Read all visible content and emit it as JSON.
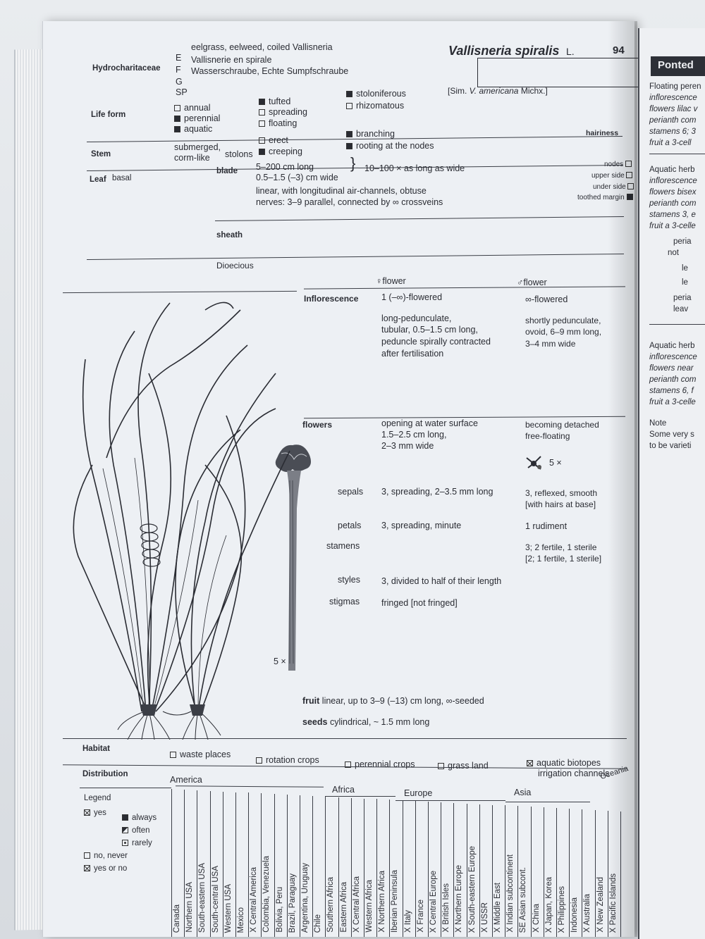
{
  "page": {
    "number": "94",
    "species": "Vallisneria spiralis",
    "author": "L.",
    "synonym_prefix": "[Sim. ",
    "synonym_species": "V. americana",
    "synonym_suffix": " Michx.]"
  },
  "family": {
    "name": "Hydrocharitaceae",
    "names": [
      {
        "lang": "E",
        "text": "eelgrass, eelweed, coiled Vallisneria"
      },
      {
        "lang": "F",
        "text": "Vallisnerie en spirale"
      },
      {
        "lang": "G",
        "text": "Wasserschraube, Echte Sumpfschraube"
      },
      {
        "lang": "SP",
        "text": ""
      }
    ]
  },
  "life_form": {
    "label": "Life form",
    "options": [
      {
        "text": "annual",
        "checked": false
      },
      {
        "text": "perennial",
        "checked": true
      },
      {
        "text": "aquatic",
        "checked": true
      },
      {
        "text": "tufted",
        "checked": true
      },
      {
        "text": "spreading",
        "checked": false
      },
      {
        "text": "floating",
        "checked": false
      },
      {
        "text": "stoloniferous",
        "checked": true
      },
      {
        "text": "rhizomatous",
        "checked": false
      }
    ]
  },
  "stem": {
    "label": "Stem",
    "desc1": "submerged,",
    "desc2": "corm-like",
    "stolons": "stolons",
    "options": [
      {
        "text": "erect",
        "checked": false
      },
      {
        "text": "creeping",
        "checked": true
      },
      {
        "text": "branching",
        "checked": true
      },
      {
        "text": "rooting at the nodes",
        "checked": true
      }
    ]
  },
  "hairiness": {
    "label": "hairiness",
    "items": [
      "nodes",
      "upper side",
      "under side",
      "toothed margin"
    ]
  },
  "leaf": {
    "label": "Leaf",
    "basal": "basal",
    "blade_label": "blade",
    "length": "5–200 cm long",
    "width": "0.5–1.5 (–3) cm wide",
    "ratio": "10–100 × as long as wide",
    "shape": "linear, with longitudinal air-channels, obtuse",
    "nerves": "nerves: 3–9 parallel, connected by ∞ crossveins",
    "sheath_label": "sheath"
  },
  "sex": "Dioecious",
  "flower_headers": {
    "female": "♀flower",
    "male": "♂flower"
  },
  "inflorescence": {
    "label": "Inflorescence",
    "female": [
      "1 (–∞)-flowered",
      "",
      "long-pedunculate,",
      "tubular, 0.5–1.5 cm long,",
      "peduncle spirally contracted",
      "after fertilisation"
    ],
    "male": [
      "∞-flowered",
      "",
      "shortly pedunculate,",
      "ovoid, 6–9 mm long,",
      "3–4 mm wide"
    ]
  },
  "flowers": {
    "label": "flowers",
    "female": [
      "opening at water surface",
      "1.5–2.5 cm long,",
      "2–3 mm wide"
    ],
    "male": [
      "becoming detached",
      "free-floating"
    ],
    "male_scale": "5 ×",
    "sepals_label": "sepals",
    "sepals_female": "3, spreading, 2–3.5 mm long",
    "sepals_male": [
      "3, reflexed, smooth",
      "[with hairs at base]"
    ],
    "petals_label": "petals",
    "petals_female": "3, spreading, minute",
    "petals_male": "1 rudiment",
    "stamens_label": "stamens",
    "stamens_male": [
      "3; 2 fertile, 1 sterile",
      "[2; 1 fertile, 1 sterile]"
    ],
    "styles_label": "styles",
    "styles_female": "3, divided to half of their length",
    "stigmas_label": "stigmas",
    "stigmas_female": "fringed [not fringed]",
    "female_scale": "5 ×"
  },
  "fruit": {
    "label": "fruit",
    "text": "linear, up to 3–9 (–13) cm long, ∞-seeded"
  },
  "seeds": {
    "label": "seeds",
    "text": "cylindrical, ~ 1.5 mm long"
  },
  "habitat": {
    "label": "Habitat",
    "options": [
      {
        "text": "waste places",
        "checked": false
      },
      {
        "text": "rotation crops",
        "checked": false
      },
      {
        "text": "perennial crops",
        "checked": false
      },
      {
        "text": "grass land",
        "checked": false
      },
      {
        "text": "aquatic biotopes",
        "checked": true
      }
    ],
    "extra": "irrigation channels"
  },
  "distribution": {
    "label": "Distribution",
    "regions": {
      "america": "America",
      "africa": "Africa",
      "europe": "Europe",
      "asia": "Asia",
      "oceania": "Oceania"
    },
    "legend": {
      "title": "Legend",
      "yes": "yes",
      "always": "always",
      "often": "often",
      "rarely": "rarely",
      "no_never": "no, never",
      "yes_or_no": "yes or no"
    },
    "columns": [
      "Canada",
      "Northern USA",
      "South-eastern USA",
      "South-central USA",
      "Western USA",
      "Mexico",
      "X  Central America",
      "Colombia, Venezuela",
      "Bolivia, Peru",
      "Brazil, Paraguay",
      "Argentina, Uruguay",
      "Chile",
      "Southern Africa",
      "Eastern Africa",
      "X  Central Africa",
      "Western Africa",
      "X  Northern Africa",
      "Iberian Peninsula",
      "X  Italy",
      "X  France",
      "X  Central Europe",
      "X  British Isles",
      "X  Northern Europe",
      "X  South-eastern Europe",
      "X  USSR",
      "X  Middle East",
      "X  Indian subcontinent",
      "SE Asian subcont.",
      "X  China",
      "X  Japan, Korea",
      "X  Philippines",
      "Indonesia",
      "X  Australia",
      "X  New Zealand",
      "X  Pacific Islands"
    ]
  },
  "next_page": {
    "header": "Ponted",
    "block1": [
      "Floating peren",
      "inflorescence",
      "flowers lilac v",
      "perianth com",
      "stamens 6; 3",
      "fruit a 3-cell"
    ],
    "block2": [
      "Aquatic herb",
      "inflorescence",
      "flowers bisex",
      "perianth com",
      "stamens 3, e",
      "fruit a 3-celle"
    ],
    "block3": [
      "peria",
      "not",
      "le",
      "le",
      "peria",
      "leav"
    ],
    "block4": [
      "Aquatic herb",
      "inflorescence",
      "flowers near",
      "perianth com",
      "stamens 6, f",
      "fruit a 3-celle"
    ],
    "note_label": "Note",
    "note": [
      "Some very s",
      "to be varieti"
    ]
  }
}
